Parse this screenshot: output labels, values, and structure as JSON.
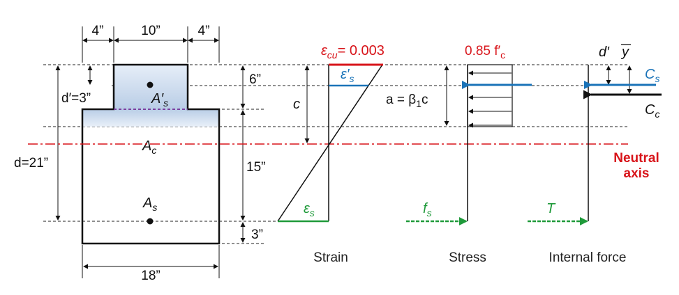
{
  "colors": {
    "red": "#d8141a",
    "blue": "#1a73b8",
    "green": "#1f9a3a",
    "section_fill": "#c9d9ef",
    "section_purple": "#7b3fa0"
  },
  "dimensions": {
    "flange_left": "4”",
    "web_top": "10”",
    "flange_right": "4”",
    "d_prime": "d′=3”",
    "d_total": "d=21”",
    "top_depth": "6”",
    "mid_depth": "15”",
    "bottom_cover": "3”",
    "bottom_width": "18”",
    "c_label": "c"
  },
  "section": {
    "As_prime_base": "A′",
    "As_prime_sub": "s",
    "Ac_base": "A",
    "Ac_sub": "c",
    "As_base": "A",
    "As_sub": "s"
  },
  "strain": {
    "ecu_base": "ε",
    "ecu_sub": "cu",
    "ecu_value": "= 0.003",
    "es_prime_base": "ε′",
    "es_prime_sub": "s",
    "es_base": "ε",
    "es_sub": "s",
    "caption": "Strain"
  },
  "stress": {
    "fc_text": "0.85 f′",
    "fc_sub": "c",
    "a_text": "a = β",
    "a_sub": "1",
    "a_tail": "c",
    "fs_base": "f",
    "fs_sub": "s",
    "caption": "Stress"
  },
  "force": {
    "d_prime": "d′",
    "ybar": "y",
    "Cs_base": "C",
    "Cs_sub": "s",
    "Cc_base": "C",
    "Cc_sub": "c",
    "T": "T",
    "caption": "Internal force"
  },
  "neutral_axis": {
    "line1": "Neutral",
    "line2": "axis"
  }
}
